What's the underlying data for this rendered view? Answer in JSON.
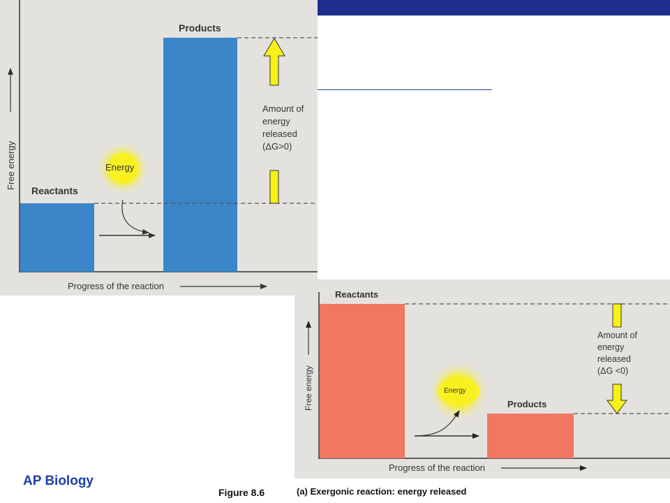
{
  "colors": {
    "header_bar": "#1f2d8e",
    "panel_bg": "#e4e2df",
    "endergonic_bar": "#3a86c8",
    "exergonic_bar": "#f07760",
    "arrow_yellow": "#f7f116",
    "brand_text": "#1f3ea8"
  },
  "endergonic": {
    "y_label": "Free energy",
    "x_label": "Progress of the reaction",
    "reactants_label": "Reactants",
    "products_label": "Products",
    "energy_label": "Energy",
    "amount_text": [
      "Amount of",
      "energy",
      "released",
      "(ΔG>0)"
    ]
  },
  "exergonic": {
    "y_label": "Free energy",
    "x_label": "Progress of the reaction",
    "reactants_label": "Reactants",
    "products_label": "Products",
    "energy_label": "Energy",
    "amount_text": [
      "Amount of",
      "energy",
      "released",
      "(ΔG <0)"
    ]
  },
  "footer": {
    "brand": "AP Biology",
    "figure": "Figure 8.6",
    "caption": "(a) Exergonic reaction: energy released"
  }
}
